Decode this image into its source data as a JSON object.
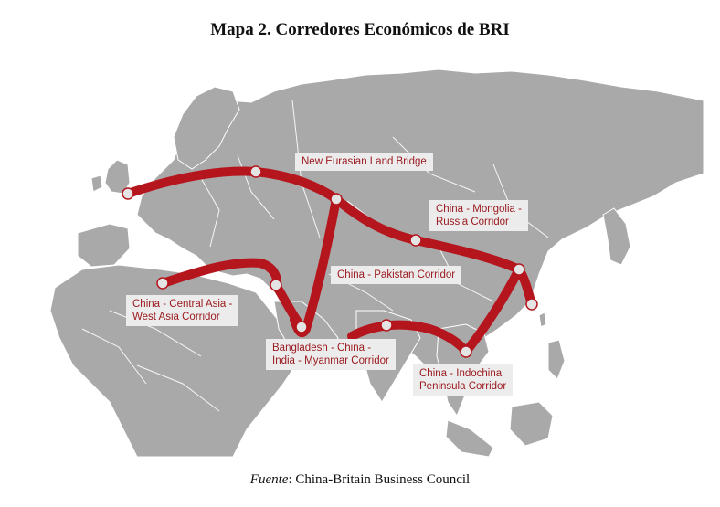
{
  "title": "Mapa 2. Corredores Económicos de BRI",
  "source": {
    "prefix": "Fuente",
    "text": ": China-Britain Business Council"
  },
  "corridors": {
    "new_eurasian": "New Eurasian Land Bridge",
    "mongolia_line1": "China - Mongolia -",
    "mongolia_line2": "Russia Corridor",
    "pakistan": "China - Pakistan Corridor",
    "central_asia_line1": "China - Central Asia -",
    "central_asia_line2": "West Asia Corridor",
    "bangladesh_line1": "Bangladesh - China -",
    "bangladesh_line2": "India - Myanmar Corridor",
    "indochina_line1": "China - Indochina",
    "indochina_line2": "Peninsula Corridor"
  },
  "colors": {
    "land": "#a9a9a9",
    "borders": "#ffffff",
    "route": "#b5161d",
    "node": "#e4e4e4",
    "label_bg": "#ececec",
    "label_text": "#9b1b20"
  }
}
